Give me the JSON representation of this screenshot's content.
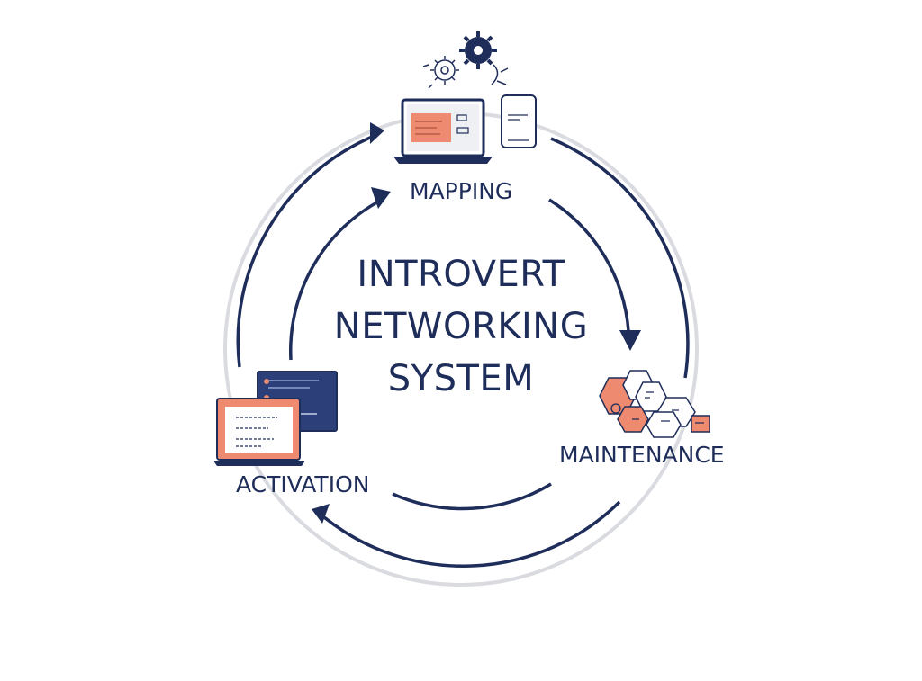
{
  "diagram": {
    "title_lines": [
      "INTROVERT",
      "NETWORKING",
      "SYSTEM"
    ],
    "stages": {
      "mapping": "MAPPING",
      "maintenance": "MAINTENANCE",
      "activation": "ACTIVATION"
    }
  },
  "colors": {
    "navy": "#1e2d5a",
    "coral": "#ee8a70",
    "light_gray": "#d9dbe0"
  },
  "icons": {
    "mapping": "laptop-with-gears-and-phone-icon",
    "maintenance": "hexagon-cluster-icon",
    "activation": "laptop-and-chat-window-icon"
  }
}
